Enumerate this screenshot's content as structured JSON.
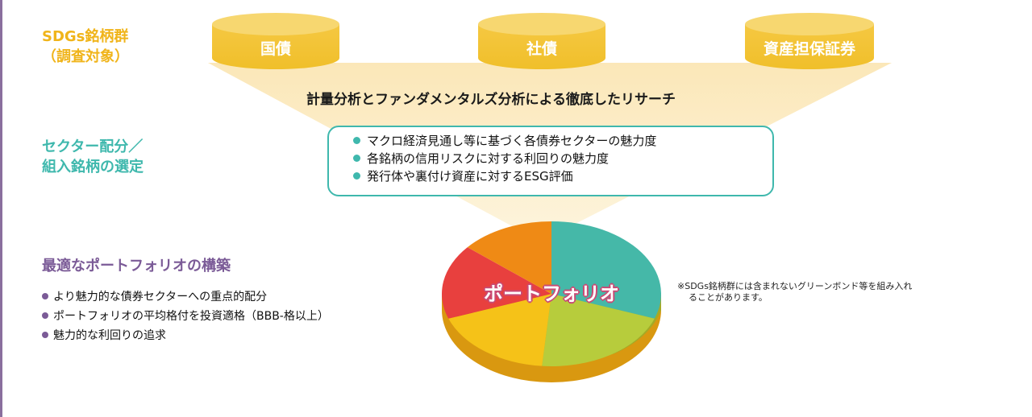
{
  "stages": {
    "universe": {
      "line1": "SDGs銘柄群",
      "line2": "（調査対象）"
    },
    "selection": {
      "line1": "セクター配分／",
      "line2": "組入銘柄の選定"
    },
    "construction": {
      "title": "最適なポートフォリオの構築"
    }
  },
  "universe_items": [
    "国債",
    "社債",
    "資産担保証券"
  ],
  "research_text": "計量分析とファンダメンタルズ分析による徹底したリサーチ",
  "criteria": [
    "マクロ経済見通し等に基づく各債券セクターの魅力度",
    "各銘柄の信用リスクに対する利回りの魅力度",
    "発行体や裏付け資産に対するESG評価"
  ],
  "portfolio_points": [
    "より魅力的な債券セクターへの重点的配分",
    "ポートフォリオの平均格付を投資適格（BBB-格以上）",
    "魅力的な利回りの追求"
  ],
  "pie_label": "ポートフォリオ",
  "note": {
    "line1": "※SDGs銘柄群には含まれないグリーンボンド等を組み入れ",
    "line2": "ることがあります。"
  },
  "colors": {
    "universe": "#f0b41a",
    "selection": "#3fb8ad",
    "construction": "#7b5b97",
    "pie": [
      "#45b8a8",
      "#b7cc3c",
      "#f5c218",
      "#e8403e",
      "#ef8a15"
    ]
  }
}
